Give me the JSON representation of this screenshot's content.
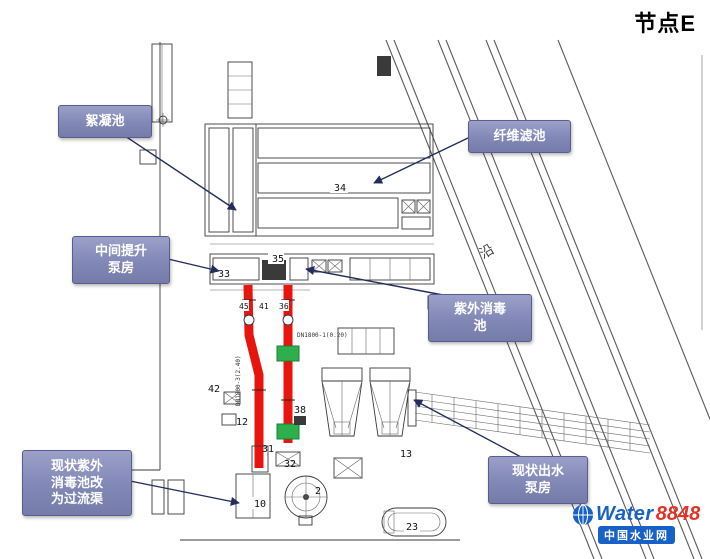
{
  "title": "节点E",
  "callouts": {
    "flocculation": {
      "label": "絮凝池"
    },
    "fiber_filter": {
      "label": "纤维滤池"
    },
    "intermediate_lift": {
      "label": "中间提升\n泵房"
    },
    "uv_disinfection": {
      "label": "紫外消毒\n池"
    },
    "existing_uv": {
      "label": "现状紫外\n消毒池改\n为过流渠"
    },
    "existing_outlet": {
      "label": "现状出水\n泵房"
    }
  },
  "plan": {
    "labels": {
      "n33": "33",
      "n35": "35",
      "n34": "34",
      "n45": "45",
      "n41": "41",
      "n36": "36",
      "n42": "42",
      "n12": "12",
      "n31": "31",
      "n38": "38",
      "n32": "32",
      "n10": "10",
      "n2": "2",
      "n23": "23",
      "n13": "13",
      "road_char": "沿",
      "pipe_label_1": "DN1800-1(0.20)",
      "pipe_label_2": "DN1800-3(2.40)"
    },
    "colors": {
      "pipe_red": "#e8150f",
      "valve_green": "#2fae4d",
      "callout_fill": "#8288b6",
      "callout_border": "#585d8f",
      "leader": "#232d5e"
    }
  },
  "watermark": {
    "brand_water": "Water",
    "brand_8848": "8848",
    "site_name": "中国水业网"
  }
}
